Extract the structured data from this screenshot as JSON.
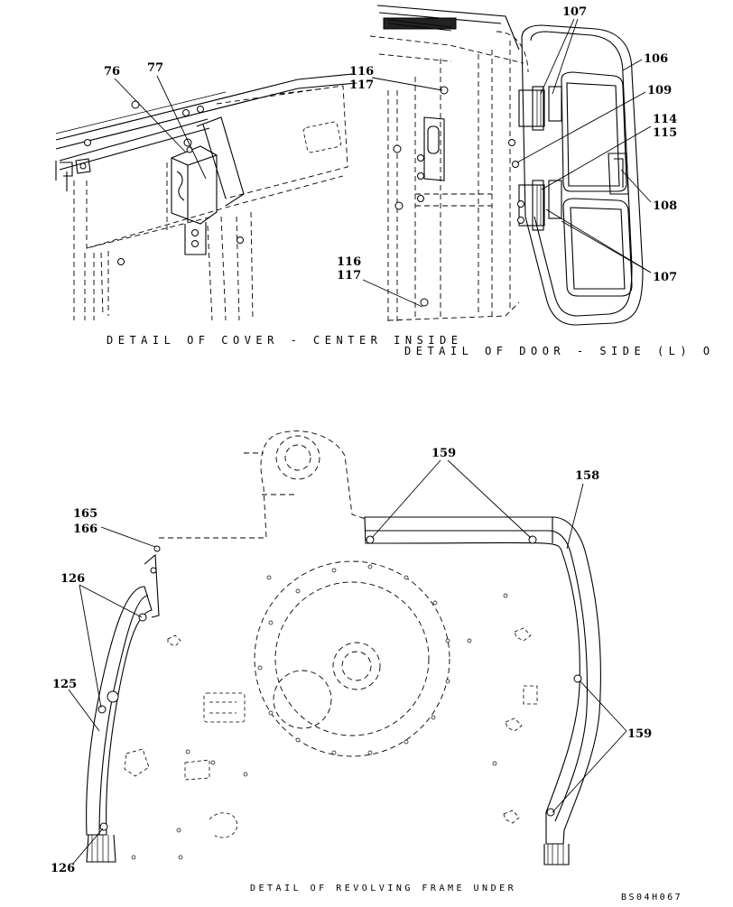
{
  "captions": {
    "cover": "DETAIL OF COVER - CENTER INSIDE",
    "door": "DETAIL OF DOOR - SIDE (L) O",
    "frame": "DETAIL OF REVOLVING FRAME UNDER",
    "drawing_code": "BS04H067"
  },
  "callouts": {
    "c76": "76",
    "c77": "77",
    "c116a": "116",
    "c117a": "117",
    "c116b": "116",
    "c117b": "117",
    "c107a": "107",
    "c106": "106",
    "c109": "109",
    "c114": "114",
    "c115": "115",
    "c108": "108",
    "c107b": "107",
    "c159a": "159",
    "c158": "158",
    "c165": "165",
    "c166": "166",
    "c126a": "126",
    "c125": "125",
    "c159b": "159",
    "c126b": "126"
  }
}
